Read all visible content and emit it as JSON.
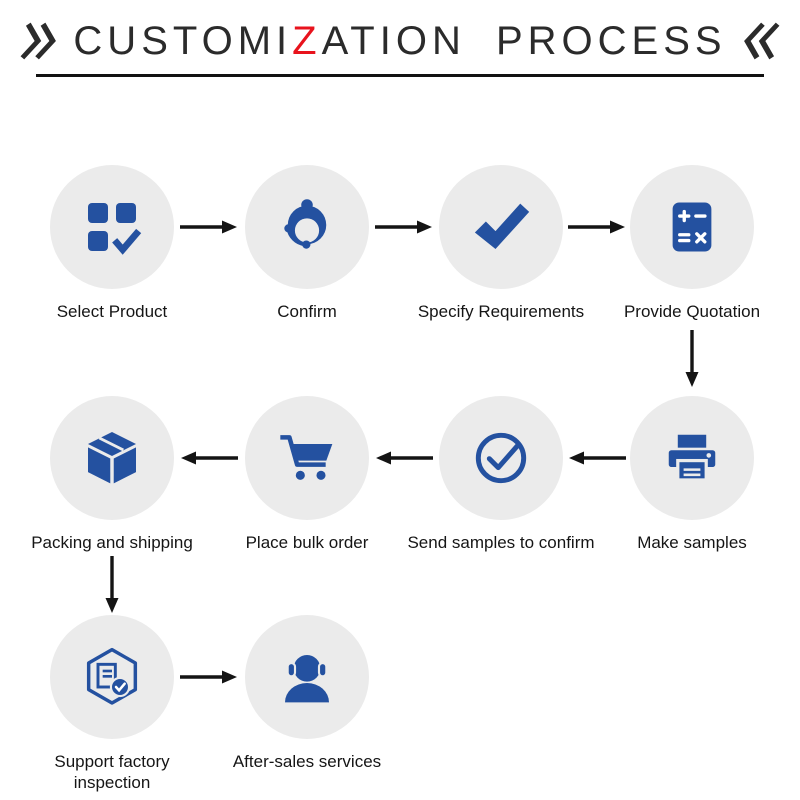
{
  "title": {
    "before": "CUSTOMI",
    "highlight": "Z",
    "after": "ATION PROCESS",
    "highlight_color": "#e8131d",
    "text_color": "#2b2b2b",
    "left_mark": "double-chevron-right",
    "right_mark": "double-chevron-left"
  },
  "steps": [
    {
      "label": "Select Product",
      "icon": "product-grid-check"
    },
    {
      "label": "Confirm",
      "icon": "customer-service"
    },
    {
      "label": "Specify Requirements",
      "icon": "checkmark"
    },
    {
      "label": "Provide Quotation",
      "icon": "calculator"
    },
    {
      "label": "Make samples",
      "icon": "printer"
    },
    {
      "label": "Send samples to confirm",
      "icon": "circle-check"
    },
    {
      "label": "Place bulk order",
      "icon": "shopping-cart"
    },
    {
      "label": "Packing and shipping",
      "icon": "package-box"
    },
    {
      "label": "Support factory inspection",
      "icon": "shield-document-check"
    },
    {
      "label": "After-sales services",
      "icon": "headset-person"
    }
  ],
  "colors": {
    "icon_blue": "#2451a0",
    "circle_background": "#ebebeb",
    "arrow_black": "#141414",
    "title_highlight": "#e8131d"
  }
}
